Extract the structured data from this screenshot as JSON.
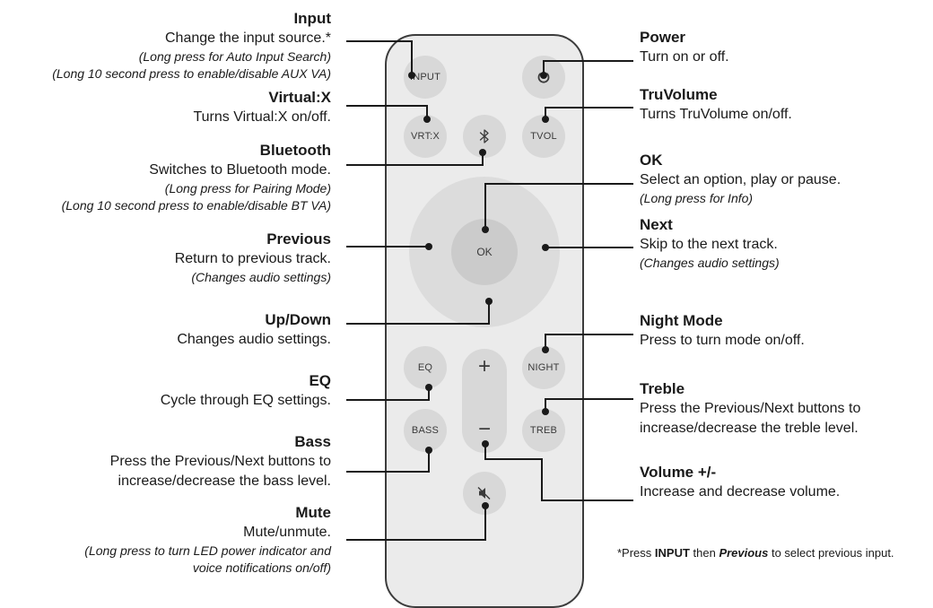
{
  "buttons": {
    "input": "INPUT",
    "vrtx": "VRT:X",
    "tvol": "TVOL",
    "ok": "OK",
    "eq": "EQ",
    "night": "NIGHT",
    "bass": "BASS",
    "treb": "TREB",
    "plus": "+",
    "minus": "−"
  },
  "labels": {
    "input": {
      "title": "Input",
      "desc": "Change the input source.*",
      "note1": "(Long press for Auto Input Search)",
      "note2": "(Long 10 second press to enable/disable AUX VA)"
    },
    "virtualx": {
      "title": "Virtual:X",
      "desc": "Turns Virtual:X on/off."
    },
    "bluetooth": {
      "title": "Bluetooth",
      "desc": "Switches to Bluetooth mode.",
      "note1": "(Long press for Pairing Mode)",
      "note2": "(Long 10 second press to enable/disable BT VA)"
    },
    "previous": {
      "title": "Previous",
      "desc": "Return to previous track.",
      "note1": "(Changes audio settings)"
    },
    "updown": {
      "title": "Up/Down",
      "desc": "Changes audio settings."
    },
    "eq": {
      "title": "EQ",
      "desc": "Cycle through EQ settings."
    },
    "bass": {
      "title": "Bass",
      "desc1": "Press the Previous/Next buttons to",
      "desc2": "increase/decrease the bass level."
    },
    "mute": {
      "title": "Mute",
      "desc": "Mute/unmute.",
      "note1": "(Long press to turn LED power indicator and",
      "note2": "voice notifications on/off)"
    },
    "power": {
      "title": "Power",
      "desc": "Turn on or off."
    },
    "truvolume": {
      "title": "TruVolume",
      "desc": "Turns TruVolume on/off."
    },
    "ok": {
      "title": "OK",
      "desc": "Select an option, play or pause.",
      "note1": "(Long press for Info)"
    },
    "next": {
      "title": "Next",
      "desc": "Skip to the next track.",
      "note1": "(Changes audio settings)"
    },
    "nightmode": {
      "title": "Night Mode",
      "desc": "Press to turn mode on/off."
    },
    "treble": {
      "title": "Treble",
      "desc1": "Press the Previous/Next buttons to",
      "desc2": "increase/decrease the treble level."
    },
    "volume": {
      "title": "Volume +/-",
      "desc": "Increase and decrease volume."
    }
  },
  "footnote": {
    "prefix": "*Press ",
    "key1": "INPUT",
    "mid": " then ",
    "key2": "Previous",
    "suffix": " to select previous input."
  },
  "colors": {
    "remote_body": "#ebebeb",
    "button": "#d8d8d8",
    "leader_line": "#1a1a1a"
  },
  "icons": [
    "power-icon",
    "bluetooth-icon",
    "mute-icon"
  ]
}
